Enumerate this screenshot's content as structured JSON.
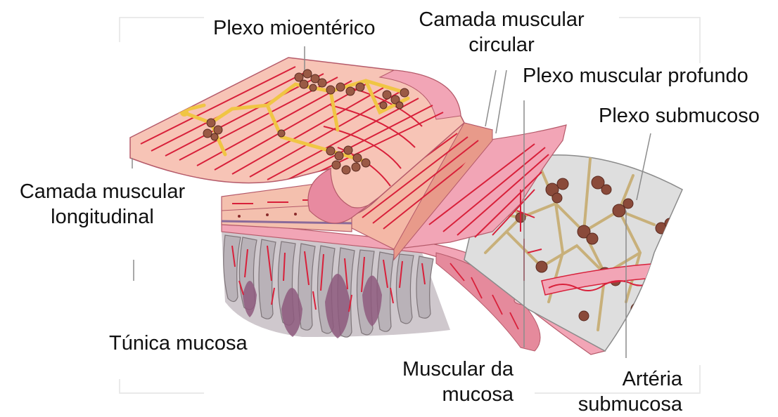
{
  "labels": {
    "plexo_mioenterico": "Plexo mioentérico",
    "camada_circular": [
      "Camada muscular",
      "circular"
    ],
    "plexo_profundo": "Plexo muscular profundo",
    "plexo_submucoso": "Plexo submucoso",
    "camada_longitudinal": [
      "Camada muscular",
      "longitudinal"
    ],
    "tunica_mucosa": "Túnica mucosa",
    "muscular_mucosa": [
      "Muscular da",
      "mucosa"
    ],
    "arteria_submucosa": [
      "Artéria",
      "submucosa"
    ]
  },
  "colors": {
    "muscle_light": "#f4b8a6",
    "muscle_pink": "#f2a5b6",
    "muscle_fiber": "#d8203a",
    "nerve_yellow": "#f0c544",
    "submucosa_gray": "#d9d9d9",
    "nerve_tan": "#c8b07a",
    "ganglion_brown": "#8a4a3a",
    "villi_gray": "#b9b2b8",
    "villi_purple": "#8e5a7e",
    "leader_line": "#8c8c8c"
  }
}
